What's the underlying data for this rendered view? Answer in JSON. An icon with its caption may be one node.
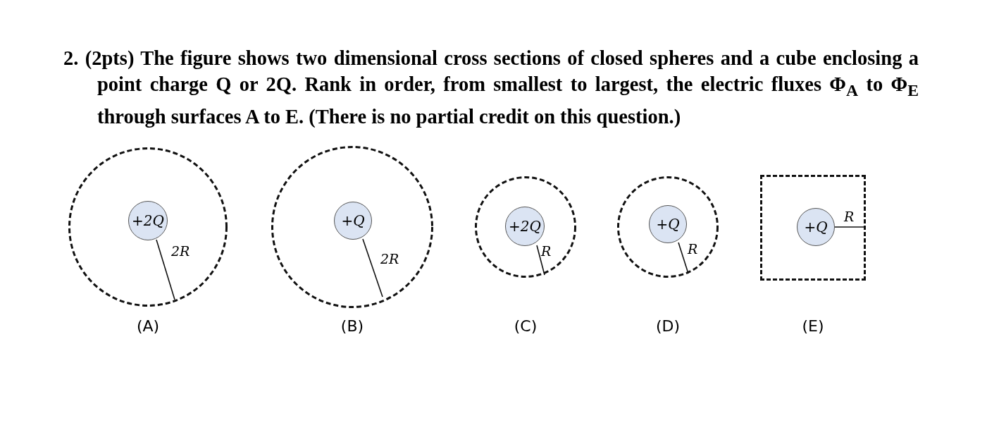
{
  "diagram": {
    "title": "2. (2pts) The figure shows two dimensional cross sections of closed spheres and a cube enclosing a point charge Q or 2Q. Rank in order, from smallest to largest, the electric fluxes Φ$_{A}$ to Φ$_{E}$ through surfaces A to E. (There is no partial credit on this question.)",
    "nodes": [
      {
        "text": [],
        "shape": "circle",
        "beside": [
          "(A)"
        ]
      },
      {
        "text": [
          "+2Q"
        ],
        "in": 0
      },
      {
        "text": [],
        "shape": "circle",
        "beside": [
          "(B)"
        ]
      },
      {
        "text": [
          "+Q"
        ],
        "in": 2
      },
      {
        "text": [],
        "shape": "circle",
        "beside": [
          "(C)"
        ]
      },
      {
        "text": [
          "+2Q"
        ],
        "in": 4
      },
      {
        "text": [],
        "shape": "circle",
        "beside": [
          "(D)"
        ]
      },
      {
        "text": [
          "+Q"
        ],
        "in": 6
      },
      {
        "text": [],
        "shape": "box",
        "beside": [
          "(E)"
        ]
      },
      {
        "text": [
          "+Q"
        ],
        "in": 8
      }
    ],
    "edges": [],
    "labels": [
      "2R",
      "2R",
      "R",
      "R",
      "R"
    ]
  }
}
